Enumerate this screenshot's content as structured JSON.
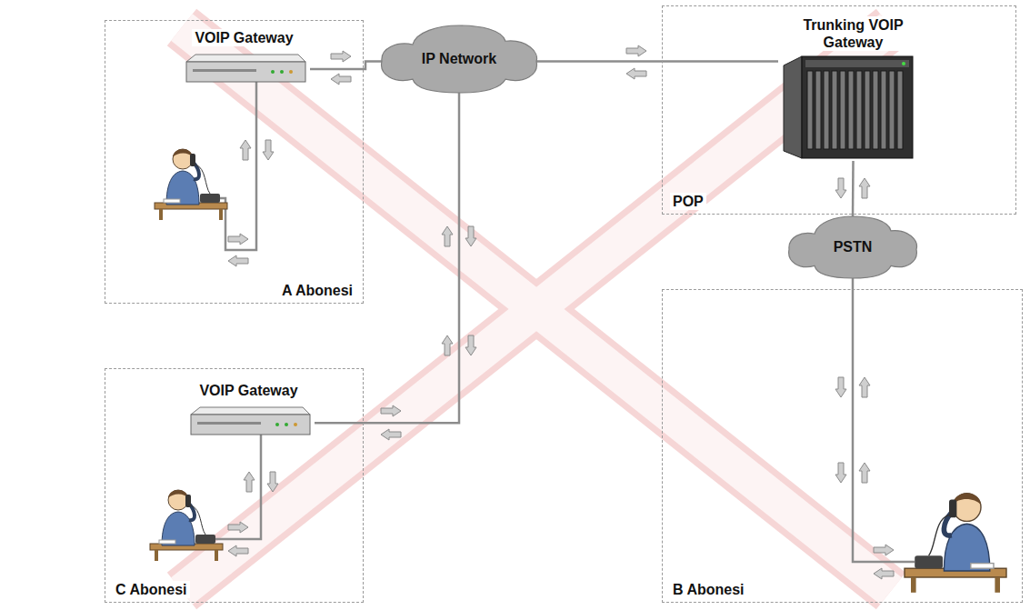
{
  "diagram": {
    "nodes": [
      {
        "text": [
          "A Abonesi"
        ]
      },
      {
        "text": [
          "VOIP Gateway"
        ],
        "in": 0
      },
      {
        "text": [
          "IP Network"
        ]
      },
      {
        "text": [
          "POP"
        ]
      },
      {
        "text": [
          "Trunking VOIP Gateway"
        ],
        "in": 3
      },
      {
        "text": [
          "PSTN"
        ]
      },
      {
        "text": [
          "C Abonesi"
        ]
      },
      {
        "text": [
          "VOIP Gateway"
        ],
        "in": 6
      },
      {
        "text": [
          "B Abonesi"
        ]
      }
    ],
    "edges": [
      {
        "from": 1,
        "to": 2,
        "arrow": "none"
      },
      {
        "from": 2,
        "to": 4,
        "arrow": "none"
      },
      {
        "from": 4,
        "to": 5,
        "arrow": "none"
      },
      {
        "from": 2,
        "to": 7,
        "arrow": "none"
      },
      {
        "from": 5,
        "to": 8,
        "arrow": "none"
      }
    ]
  }
}
